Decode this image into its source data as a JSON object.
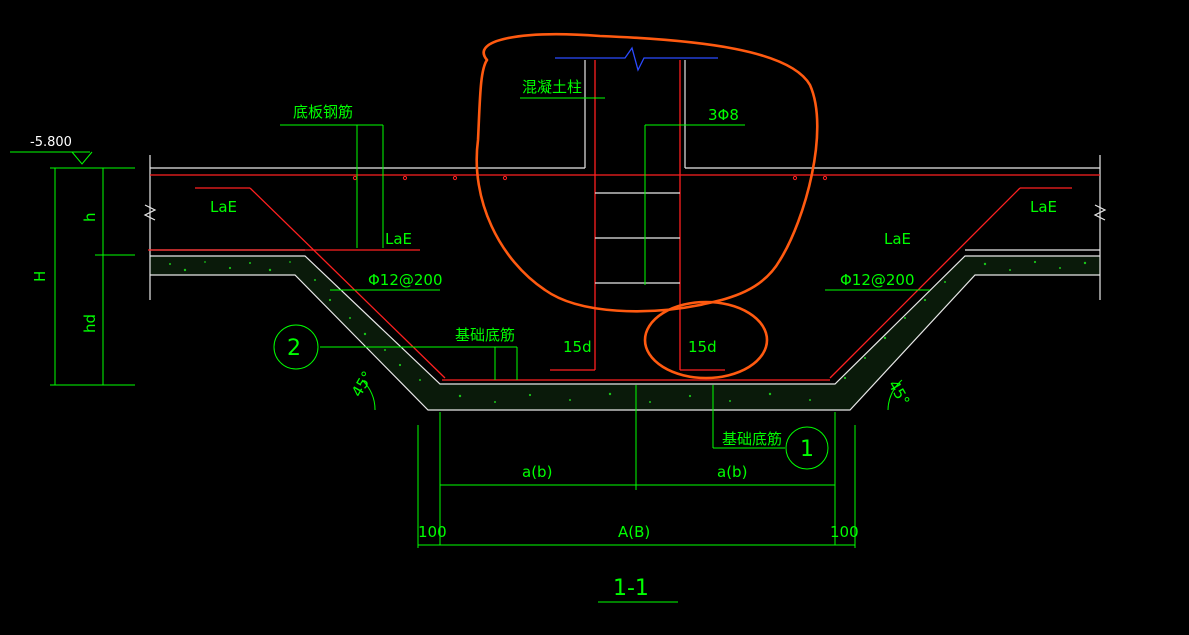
{
  "drawing": {
    "title": "1-1",
    "elevation": "-5.800",
    "dims": {
      "H": "H",
      "h": "h",
      "hd": "hd",
      "a_left": "a(b)",
      "a_right": "a(b)",
      "A": "A(B)",
      "side_left": "100",
      "side_right": "100"
    },
    "labels": {
      "column": "混凝土柱",
      "column_bars": "3Φ8",
      "slab_rebar": "底板钢筋",
      "lae_left_top": "LaE",
      "lae_right_top": "LaE",
      "lae_left_mid": "LaE",
      "lae_right_mid": "LaE",
      "rebar_left": "Φ12@200",
      "rebar_right": "Φ12@200",
      "base_rebar_top": "基础底筋",
      "base_rebar_bottom": "基础底筋",
      "anchor_left": "15d",
      "anchor_right": "15d",
      "angle_left": "45°",
      "angle_right": "45°",
      "callout_1": "1",
      "callout_2": "2"
    },
    "colors": {
      "background": "#000000",
      "dimension": "#00ff00",
      "rebar": "#ff2020",
      "outline": "#e8e8e8",
      "markup": "#ff5a10",
      "break": "#2b4bff"
    }
  }
}
